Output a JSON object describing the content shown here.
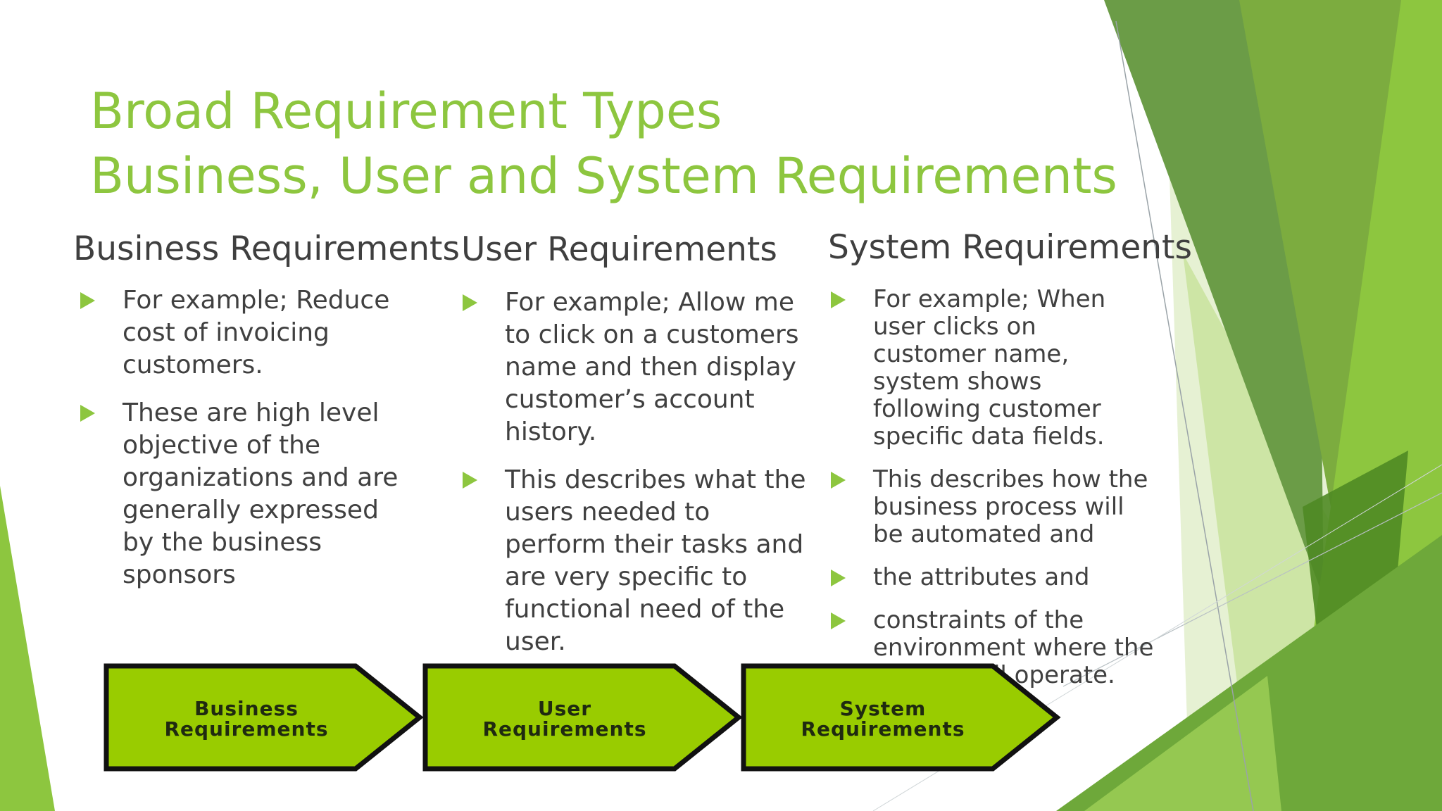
{
  "title": {
    "line1": "Broad Requirement Types",
    "line2": "Business, User and System Requirements"
  },
  "columns": [
    {
      "heading": "Business Requirements",
      "bullets": [
        "For example; Reduce cost of invoicing customers.",
        "These are high level objective of the organizations and are generally expressed by the business sponsors"
      ]
    },
    {
      "heading": "User Requirements",
      "bullets": [
        "For example; Allow me to click on a customers name and then display customer’s account history.",
        "This describes what the users needed to perform their tasks and are very specific to functional need of the user."
      ]
    },
    {
      "heading": "System Requirements",
      "bullets": [
        "For example; When user clicks on customer name, system shows following customer specific data fields.",
        "This describes how the business process will be automated and",
        "the attributes and",
        "constraints of the environment where the system will operate."
      ]
    }
  ],
  "flow": [
    {
      "line1": "Business",
      "line2": "Requirements"
    },
    {
      "line1": "User",
      "line2": "Requirements"
    },
    {
      "line1": "System",
      "line2": "Requirements"
    }
  ],
  "colors": {
    "accent": "#8dc63f",
    "flow_fill": "#99cc00",
    "text": "#404040"
  }
}
